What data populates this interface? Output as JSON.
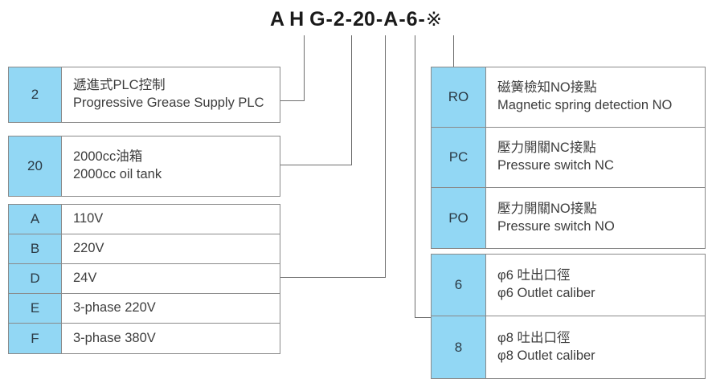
{
  "model_code": {
    "full": "AHG-2-20-A-6-※",
    "segments": [
      "A H G",
      "2",
      "20",
      "A",
      "6",
      "※"
    ],
    "separator": "-"
  },
  "colors": {
    "code_cell_fill": "#92d7f4",
    "border": "#8a8a8a",
    "leader_line": "#6e6e6e",
    "text": "#3d3d3d"
  },
  "tables": {
    "control": {
      "name": "control-type",
      "rows": [
        {
          "code": "2",
          "cn": "遞進式PLC控制",
          "en": "Progressive Grease Supply PLC"
        }
      ]
    },
    "tank": {
      "name": "oil-tank-capacity",
      "rows": [
        {
          "code": "20",
          "cn": "2000cc油箱",
          "en": "2000cc oil tank"
        }
      ]
    },
    "voltage": {
      "name": "voltage",
      "rows": [
        {
          "code": "A",
          "cn": "",
          "en": "110V"
        },
        {
          "code": "B",
          "cn": "",
          "en": "220V"
        },
        {
          "code": "D",
          "cn": "",
          "en": "24V"
        },
        {
          "code": "E",
          "cn": "",
          "en": "3-phase 220V"
        },
        {
          "code": "F",
          "cn": "",
          "en": "3-phase 380V"
        }
      ]
    },
    "switch": {
      "name": "detection-switch",
      "rows": [
        {
          "code": "RO",
          "cn": "磁簧檢知NO接點",
          "en": "Magnetic spring detection NO"
        },
        {
          "code": "PC",
          "cn": "壓力開關NC接點",
          "en": "Pressure switch NC"
        },
        {
          "code": "PO",
          "cn": "壓力開關NO接點",
          "en": "Pressure switch NO"
        }
      ]
    },
    "caliber": {
      "name": "outlet-caliber",
      "rows": [
        {
          "code": "6",
          "cn": "φ6 吐出口徑",
          "en": "φ6 Outlet caliber"
        },
        {
          "code": "8",
          "cn": "φ8 吐出口徑",
          "en": "φ8 Outlet caliber"
        }
      ]
    }
  }
}
